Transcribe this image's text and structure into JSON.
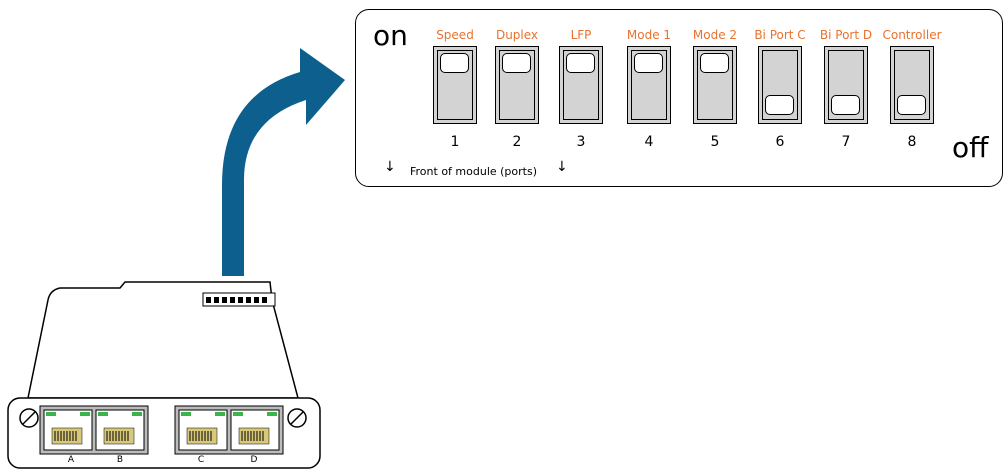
{
  "dip_switch": {
    "on_label": "on",
    "off_label": "off",
    "front_label": "Front of module (ports)",
    "switches": [
      {
        "name": "Speed",
        "number": "1",
        "state": "on"
      },
      {
        "name": "Duplex",
        "number": "2",
        "state": "on"
      },
      {
        "name": "LFP",
        "number": "3",
        "state": "on"
      },
      {
        "name": "Mode 1",
        "number": "4",
        "state": "on"
      },
      {
        "name": "Mode 2",
        "number": "5",
        "state": "on"
      },
      {
        "name": "Bi Port C",
        "number": "6",
        "state": "off"
      },
      {
        "name": "Bi Port D",
        "number": "7",
        "state": "off"
      },
      {
        "name": "Controller",
        "number": "8",
        "state": "off"
      }
    ]
  },
  "module": {
    "ports": [
      "A",
      "B",
      "C",
      "D"
    ]
  },
  "colors": {
    "switch_label": "#e8722f",
    "arrow": "#0d5f8d",
    "switch_body": "#d3d3d3",
    "port_led": "#3ab54a"
  }
}
